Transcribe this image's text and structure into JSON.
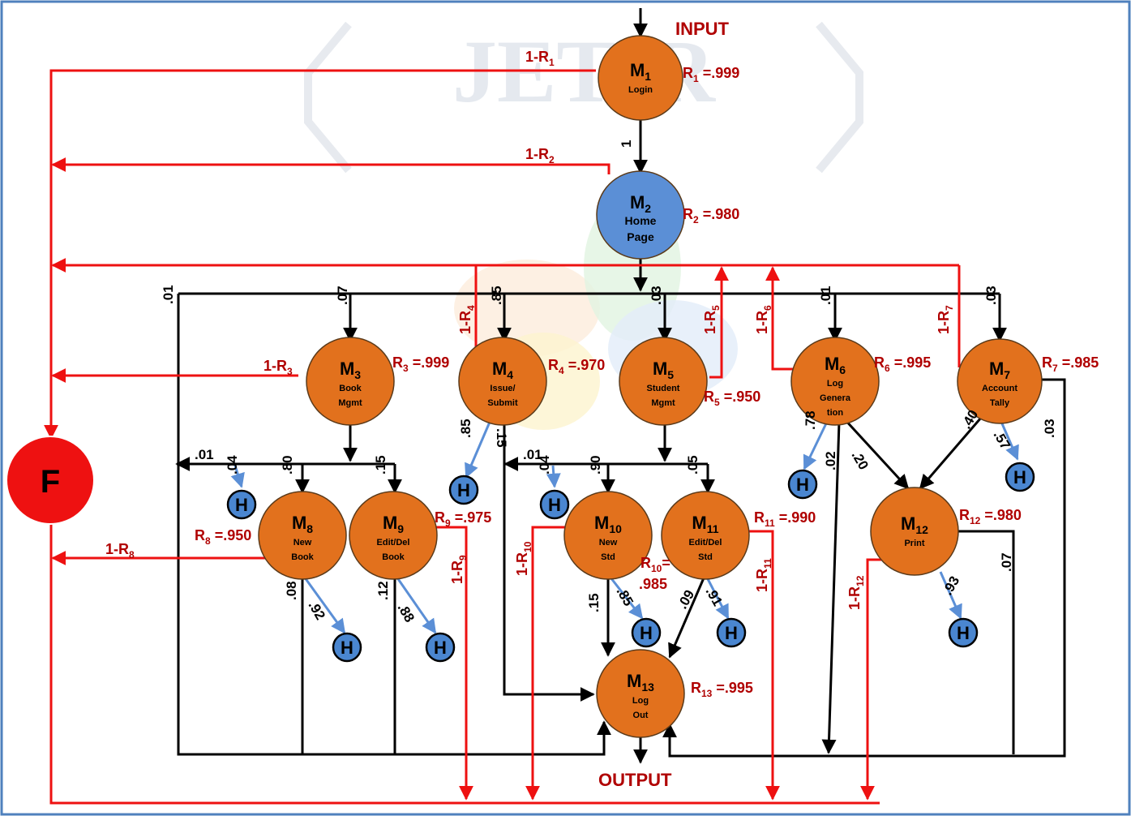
{
  "watermark": "JETIR",
  "io": {
    "input": "INPUT",
    "output": "OUTPUT"
  },
  "failure_node": {
    "label": "F"
  },
  "hop_label": "H",
  "modules": [
    {
      "id": "M1",
      "letter": "M",
      "num": "1",
      "lines": [
        "Login"
      ],
      "color": "#e2711d",
      "rel_label": "R",
      "rel_sub": "1",
      "rel_value": " =.999",
      "fail_label": "1-R",
      "fail_sub": "1"
    },
    {
      "id": "M2",
      "letter": "M",
      "num": "2",
      "lines": [
        "Home",
        "Page"
      ],
      "color": "#5b8fd6",
      "rel_label": "R",
      "rel_sub": "2",
      "rel_value": " =.980",
      "fail_label": "1-R",
      "fail_sub": "2"
    },
    {
      "id": "M3",
      "letter": "M",
      "num": "3",
      "lines": [
        "Book",
        "Mgmt"
      ],
      "color": "#e2711d",
      "rel_label": "R",
      "rel_sub": "3",
      "rel_value": " =.999",
      "fail_label": "1-R",
      "fail_sub": "3"
    },
    {
      "id": "M4",
      "letter": "M",
      "num": "4",
      "lines": [
        "Issue/",
        "Submit"
      ],
      "color": "#e2711d",
      "rel_label": "R",
      "rel_sub": "4",
      "rel_value": " =.970",
      "fail_label": "1-R",
      "fail_sub": "4"
    },
    {
      "id": "M5",
      "letter": "M",
      "num": "5",
      "lines": [
        "Student",
        "Mgmt"
      ],
      "color": "#e2711d",
      "rel_label": "R",
      "rel_sub": "5",
      "rel_value": " =.950",
      "fail_label": "1-R",
      "fail_sub": "5"
    },
    {
      "id": "M6",
      "letter": "M",
      "num": "6",
      "lines": [
        "Log",
        "Genera",
        "tion"
      ],
      "color": "#e2711d",
      "rel_label": "R",
      "rel_sub": "6",
      "rel_value": " =.995",
      "fail_label": "1-R",
      "fail_sub": "6"
    },
    {
      "id": "M7",
      "letter": "M",
      "num": "7",
      "lines": [
        "Account",
        "Tally"
      ],
      "color": "#e2711d",
      "rel_label": "R",
      "rel_sub": "7",
      "rel_value": " =.985",
      "fail_label": "1-R",
      "fail_sub": "7"
    },
    {
      "id": "M8",
      "letter": "M",
      "num": "8",
      "lines": [
        "New",
        "Book"
      ],
      "color": "#e2711d",
      "rel_label": "R",
      "rel_sub": "8",
      "rel_value": " =.950",
      "fail_label": "1-R",
      "fail_sub": "8"
    },
    {
      "id": "M9",
      "letter": "M",
      "num": "9",
      "lines": [
        "Edit/Del",
        "Book"
      ],
      "color": "#e2711d",
      "rel_label": "R",
      "rel_sub": "9",
      "rel_value": " =.975",
      "fail_label": "1-R",
      "fail_sub": "9"
    },
    {
      "id": "M10",
      "letter": "M",
      "num": "10",
      "lines": [
        "New",
        "Std"
      ],
      "color": "#e2711d",
      "rel_label": "R",
      "rel_sub": "10",
      "rel_value": "=",
      "rel_value2": ".985",
      "fail_label": "1-R",
      "fail_sub": "10"
    },
    {
      "id": "M11",
      "letter": "M",
      "num": "11",
      "lines": [
        "Edit/Del",
        "Std"
      ],
      "color": "#e2711d",
      "rel_label": "R",
      "rel_sub": "11",
      "rel_value": " =.990",
      "fail_label": "1-R",
      "fail_sub": "11"
    },
    {
      "id": "M12",
      "letter": "M",
      "num": "12",
      "lines": [
        "Print"
      ],
      "color": "#e2711d",
      "rel_label": "R",
      "rel_sub": "12",
      "rel_value": " =.980",
      "fail_label": "1-R",
      "fail_sub": "12"
    },
    {
      "id": "M13",
      "letter": "M",
      "num": "13",
      "lines": [
        "Log",
        "Out"
      ],
      "color": "#e2711d",
      "rel_label": "R",
      "rel_sub": "13",
      "rel_value": " =.995"
    }
  ],
  "transitions": {
    "m1_m2": "1",
    "m2_m3": ".07",
    "m2_m4": ".85",
    "m2_m5": ".03",
    "m2_m6": ".01",
    "m2_m7": ".03",
    "m2_m13": ".01",
    "m3_m8": ".80",
    "m3_m9": ".15",
    "m3_h": ".04",
    "m3_m13": ".01",
    "m4_h": ".85",
    "m4_m13": ".15",
    "m5_m10": ".90",
    "m5_m11": ".05",
    "m5_h": ".04",
    "m5_m13": ".01",
    "m6_h": ".78",
    "m6_m13": ".02",
    "m6_m12": ".20",
    "m7_m12": ".40",
    "m7_h": ".57",
    "m7_m13": ".03",
    "m8_h": ".92",
    "m8_m13": ".08",
    "m9_h": ".88",
    "m9_m13": ".12",
    "m10_h": ".85",
    "m10_m13": ".15",
    "m11_h": ".91",
    "m11_m13": ".09",
    "m12_h": ".93",
    "m12_m13": ".07"
  },
  "colors": {
    "module": "#e2711d",
    "home": "#5b8fd6",
    "failure": "#ee1111",
    "failure_edge": "#ee1111",
    "hop": "#5b8fd6",
    "label_red": "#b00000",
    "border": "#4f81bd"
  }
}
